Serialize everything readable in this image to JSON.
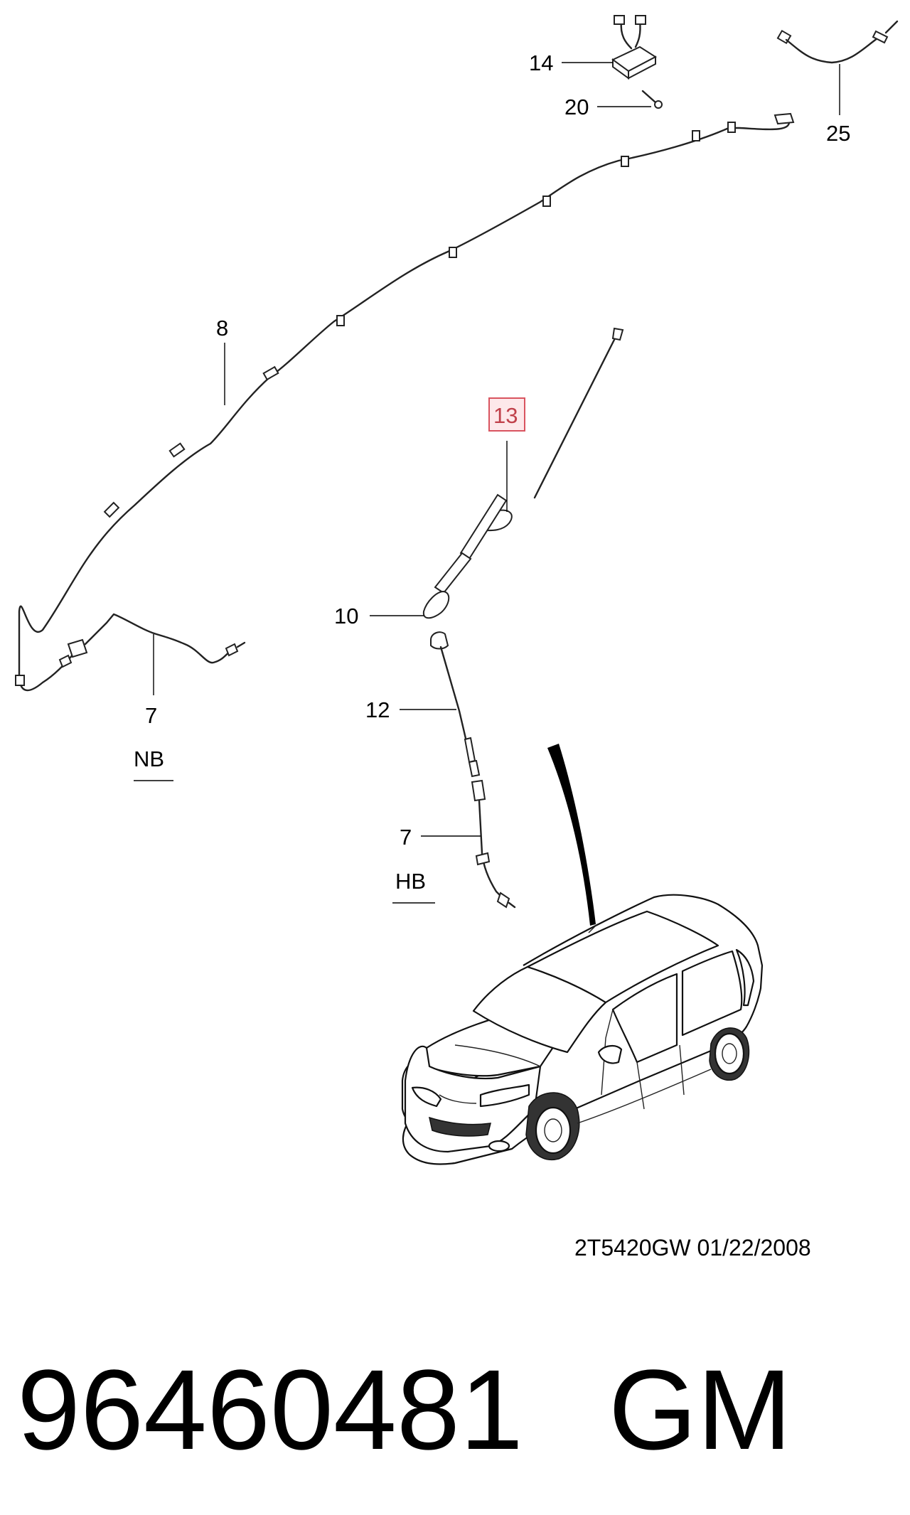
{
  "callouts": {
    "c14": "14",
    "c20": "20",
    "c25": "25",
    "c8": "8",
    "c13": "13",
    "c10": "10",
    "c12": "12",
    "c7_left": "7",
    "c7_right": "7"
  },
  "variants": {
    "nb": "NB",
    "hb": "HB"
  },
  "reference": "2T5420GW 01/22/2008",
  "part_number": "96460481",
  "brand": "GM",
  "colors": {
    "highlight_fill": "#fde8ea",
    "highlight_stroke": "#d9545f",
    "highlight_text": "#c0404a"
  }
}
